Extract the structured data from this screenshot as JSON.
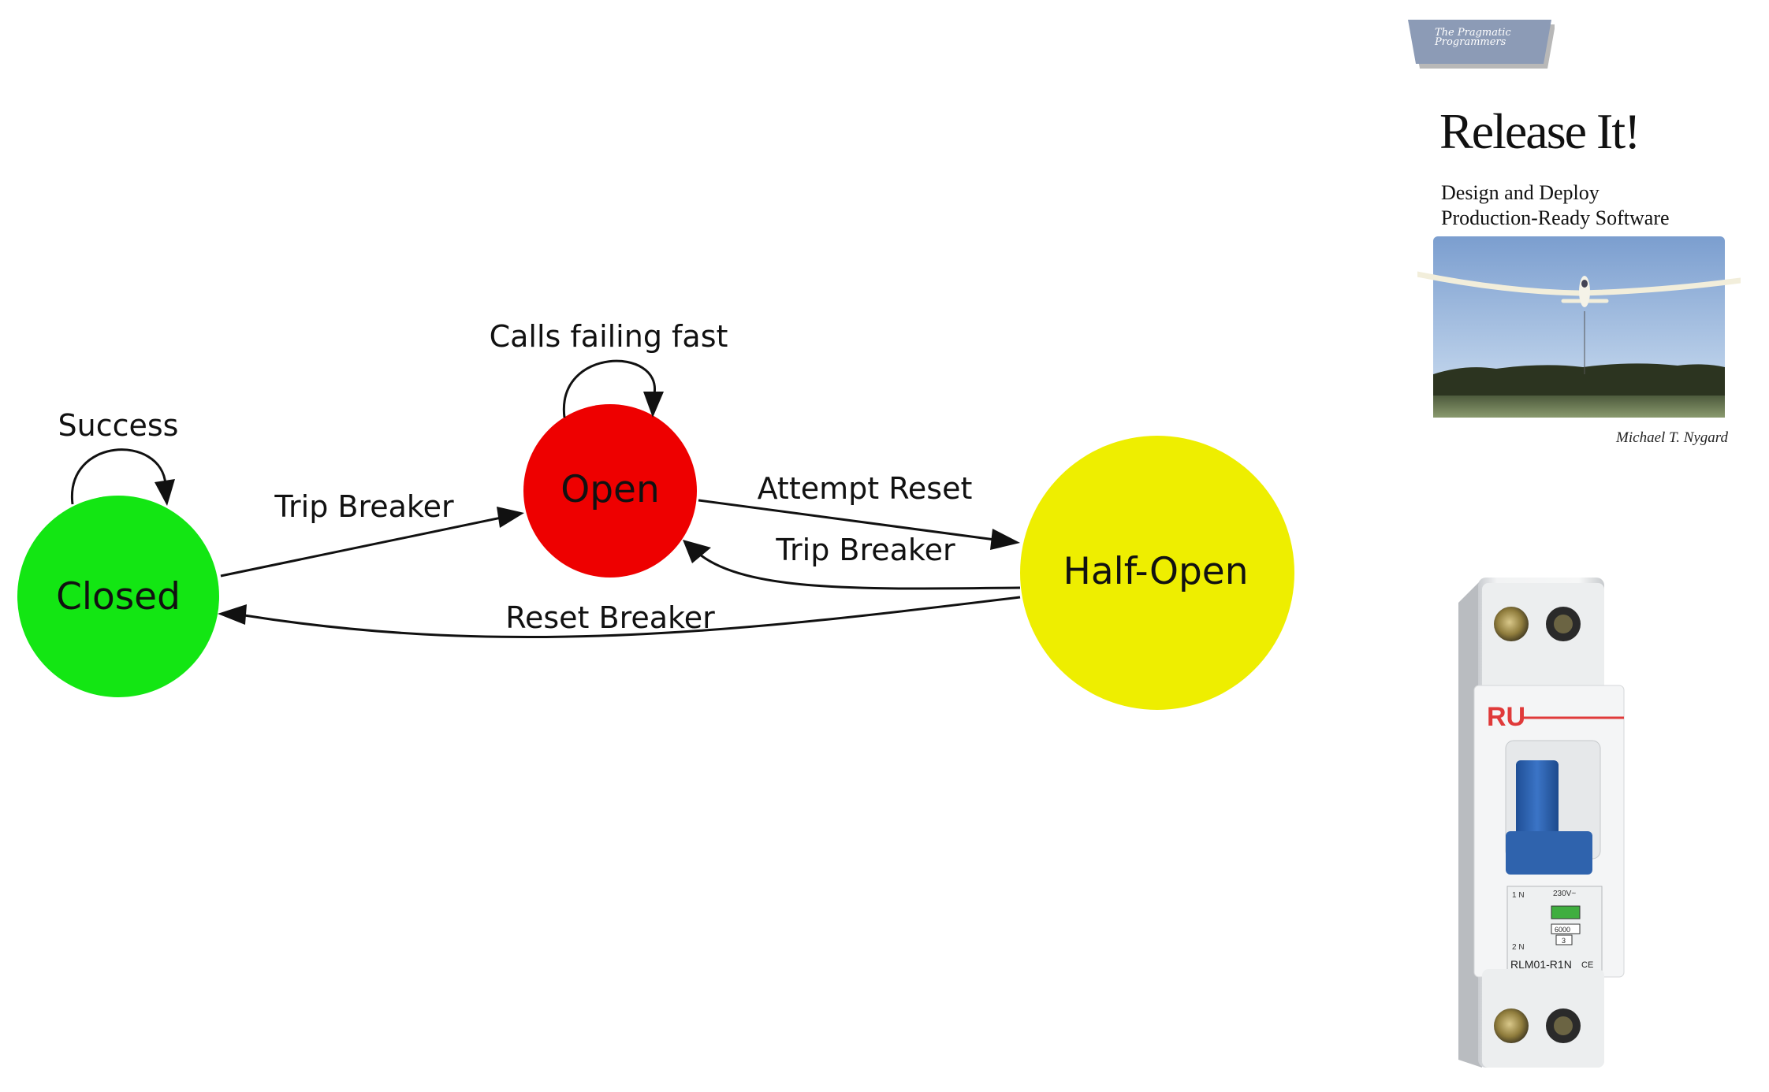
{
  "diagram": {
    "nodes": {
      "closed": {
        "label": "Closed",
        "color": "#13e613"
      },
      "open": {
        "label": "Open",
        "color": "#ee0000"
      },
      "half_open": {
        "label": "Half-Open",
        "color": "#eeee00"
      }
    },
    "edges": {
      "success": "Success",
      "calls_failing_fast": "Calls failing fast",
      "trip_breaker_closed_open": "Trip Breaker",
      "attempt_reset": "Attempt Reset",
      "trip_breaker_half_open": "Trip Breaker",
      "reset_breaker": "Reset Breaker"
    }
  },
  "book": {
    "publisher": "The Pragmatic Programmers",
    "title": "Release It!",
    "subtitle_line1": "Design and Deploy",
    "subtitle_line2": "Production-Ready Software",
    "author": "Michael T. Nygard"
  },
  "breaker": {
    "brand": "RU",
    "model": "RLM01-R1N",
    "voltage": "230V~",
    "rating": "6000",
    "class": "3",
    "terminal_top": "1 N",
    "terminal_bottom": "2 N",
    "ce_mark": "CE"
  }
}
